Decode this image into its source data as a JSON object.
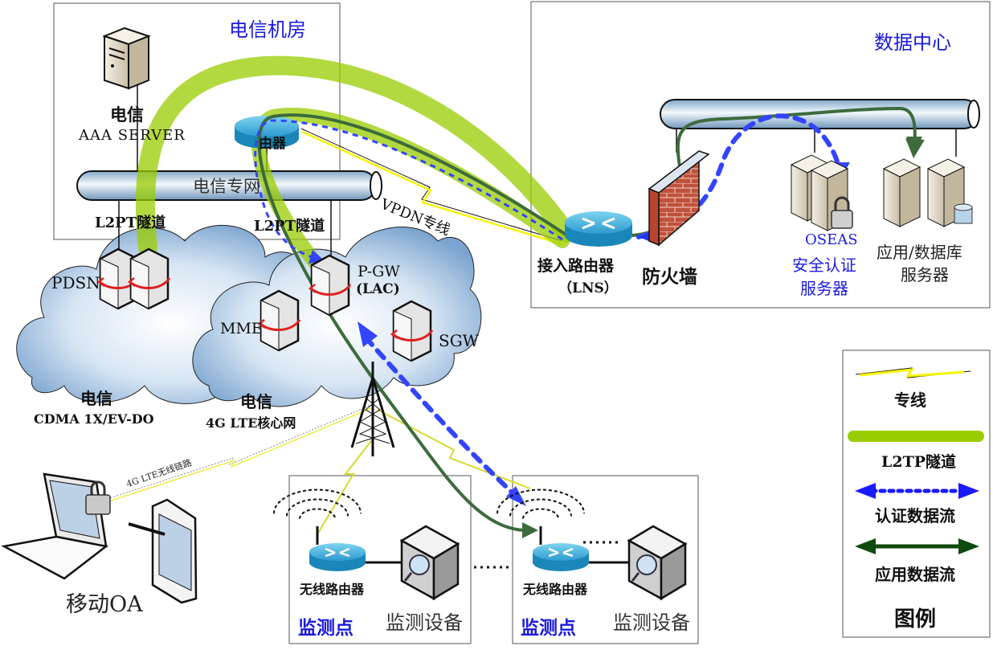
{
  "regions": {
    "telecom_room": {
      "title": "电信机房"
    },
    "data_center": {
      "title": "数据中心"
    },
    "monitor_point_1": {
      "title": "监测点",
      "router_label": "无线路由器",
      "device_label": "监测设备"
    },
    "monitor_point_2": {
      "title": "监测点",
      "router_label": "无线路由器",
      "device_label": "监测设备"
    }
  },
  "nodes": {
    "aaa_server": {
      "line1": "电信",
      "line2": "AAA SERVER"
    },
    "telecom_router": {
      "label": "由器"
    },
    "telecom_net": {
      "label": "电信专网"
    },
    "l2tp_left": {
      "label": "L2PT隧道"
    },
    "l2tp_right": {
      "label": "L2PT隧道"
    },
    "vpdn": {
      "label": "VPDN专线"
    },
    "pdsn": {
      "label": "PDSN"
    },
    "mme": {
      "label": "MME"
    },
    "pgw": {
      "line1": "P-GW",
      "line2": "(LAC)"
    },
    "sgw": {
      "label": "SGW"
    },
    "cdma_cloud": {
      "line1": "电信",
      "line2": "CDMA 1X/EV-DO"
    },
    "lte_cloud": {
      "line1": "电信",
      "line2": "4G LTE核心网"
    },
    "lns": {
      "line1": "接入路由器",
      "line2": "（LNS）"
    },
    "firewall": {
      "label": "防火墙"
    },
    "oseas": {
      "line1": "OSEAS",
      "line2": "安全认证",
      "line3": "服务器"
    },
    "app_db": {
      "line1": "应用/数据库",
      "line2": "服务器"
    },
    "wireless_link": {
      "label": "4G LTE无线链路"
    },
    "mobile_oa": {
      "label": "移动OA"
    }
  },
  "legend": {
    "title": "图例",
    "items": [
      {
        "label": "专线",
        "kind": "leased-line",
        "color": "#f5f500"
      },
      {
        "label": "L2TP隧道",
        "kind": "l2tp-tunnel",
        "color": "#99cc00"
      },
      {
        "label": "认证数据流",
        "kind": "auth-flow",
        "color": "#1a1aff"
      },
      {
        "label": "应用数据流",
        "kind": "app-flow",
        "color": "#0d4a0d"
      }
    ]
  },
  "colors": {
    "region_title": "#1a1ae0",
    "tunnel": "#99cc00",
    "auth_flow": "#3344ff",
    "app_flow": "#3d6b3d"
  }
}
